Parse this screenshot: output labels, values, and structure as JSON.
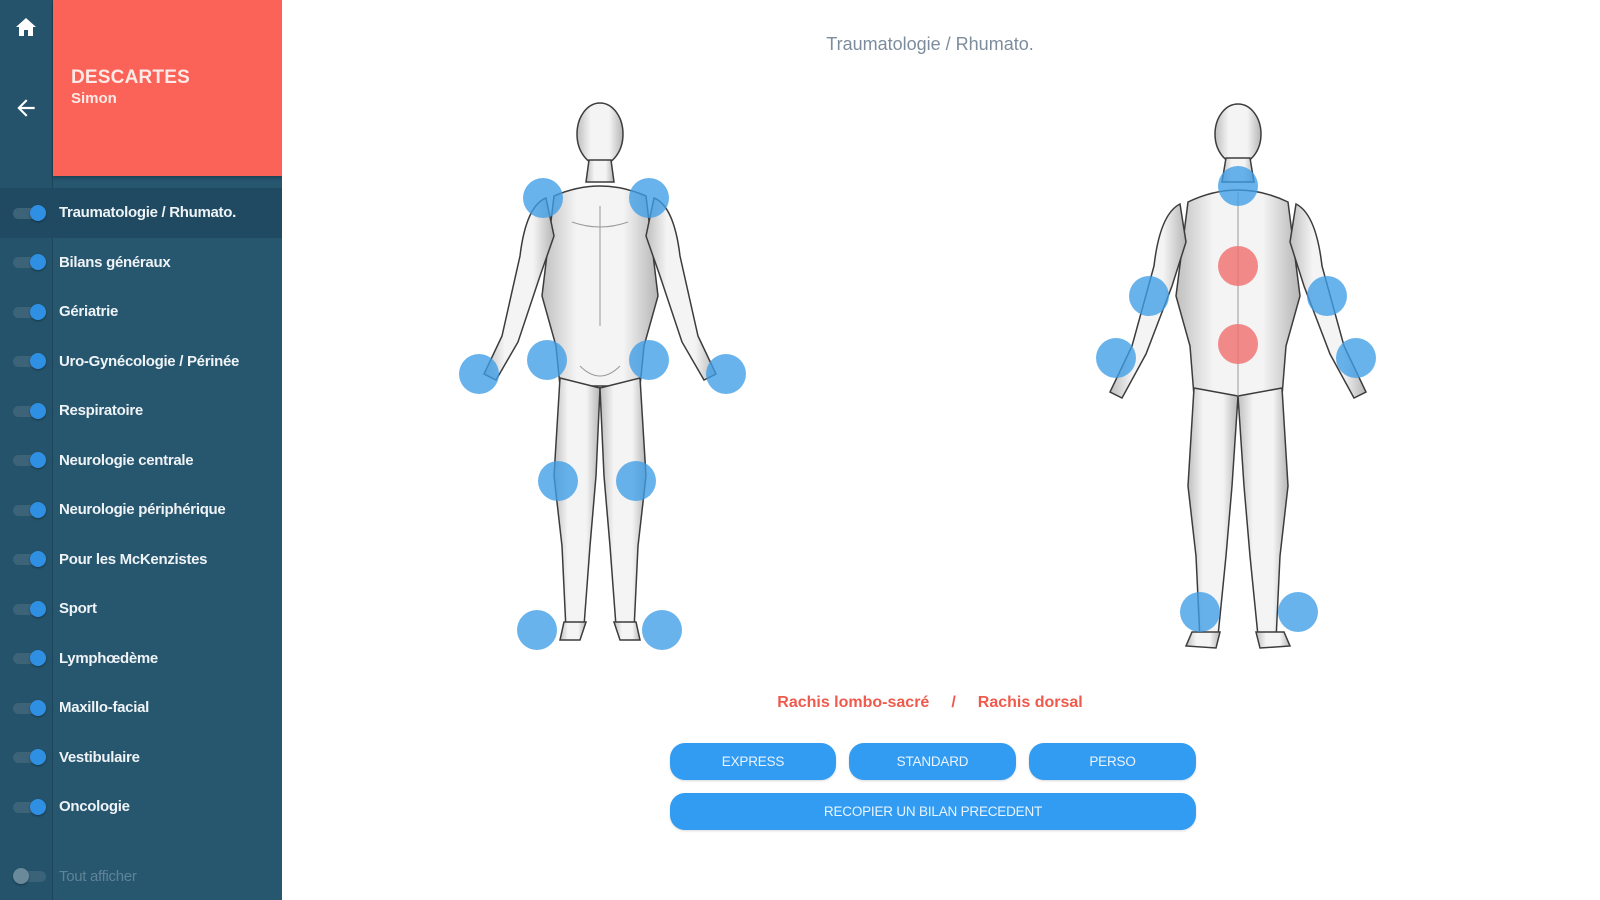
{
  "sidebar": {
    "rail": {
      "home_icon": "home-icon",
      "back_icon": "arrow-left-icon"
    },
    "patient": {
      "last_name": "DESCARTES",
      "first_name": "Simon",
      "color": "#fb6358"
    },
    "items": [
      {
        "label": "Traumatologie / Rhumato.",
        "enabled": true,
        "active": true
      },
      {
        "label": "Bilans généraux",
        "enabled": true,
        "active": false
      },
      {
        "label": "Gériatrie",
        "enabled": true,
        "active": false
      },
      {
        "label": "Uro-Gynécologie / Périnée",
        "enabled": true,
        "active": false
      },
      {
        "label": "Respiratoire",
        "enabled": true,
        "active": false
      },
      {
        "label": "Neurologie centrale",
        "enabled": true,
        "active": false
      },
      {
        "label": "Neurologie périphérique",
        "enabled": true,
        "active": false
      },
      {
        "label": "Pour les McKenzistes",
        "enabled": true,
        "active": false
      },
      {
        "label": "Sport",
        "enabled": true,
        "active": false
      },
      {
        "label": "Lymphœdème",
        "enabled": true,
        "active": false
      },
      {
        "label": "Maxillo-facial",
        "enabled": true,
        "active": false
      },
      {
        "label": "Vestibulaire",
        "enabled": true,
        "active": false
      },
      {
        "label": "Oncologie",
        "enabled": true,
        "active": false
      }
    ],
    "show_all": {
      "label": "Tout afficher",
      "enabled": false
    }
  },
  "main": {
    "title": "Traumatologie / Rhumato.",
    "front_view": {
      "joints": [
        "left-shoulder",
        "right-shoulder",
        "left-hip",
        "right-hip",
        "left-wrist",
        "right-wrist",
        "left-knee",
        "right-knee",
        "left-ankle",
        "right-ankle"
      ]
    },
    "back_view": {
      "joints": [
        "cervical-spine",
        "dorsal-spine",
        "lumbosacral-spine",
        "left-elbow",
        "right-elbow",
        "left-wrist",
        "right-wrist",
        "left-ankle",
        "right-ankle"
      ],
      "selected": [
        "dorsal-spine",
        "lumbosacral-spine"
      ]
    },
    "selection": {
      "first": "Rachis lombo-sacré",
      "separator": "/",
      "second": "Rachis dorsal"
    },
    "buttons": {
      "express": "EXPRESS",
      "standard": "STANDARD",
      "perso": "PERSO",
      "copy_previous": "RECOPIER UN BILAN PRECEDENT"
    },
    "colors": {
      "joint": "#3f9de8",
      "joint_selected": "#f06e6e",
      "button": "#329cf3",
      "selection_text": "#f05a4d"
    }
  }
}
